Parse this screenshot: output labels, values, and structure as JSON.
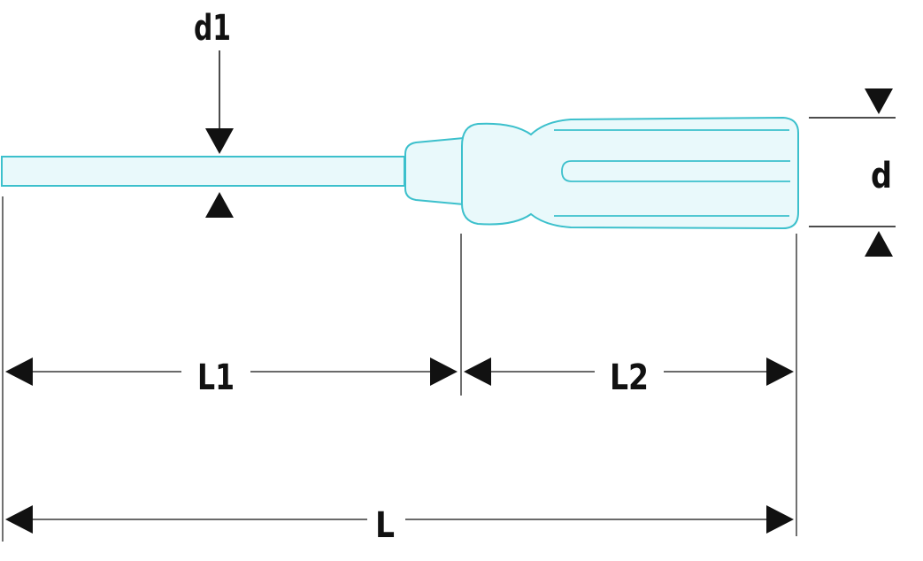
{
  "labels": {
    "d1": "d1",
    "d": "d",
    "l1": "L1",
    "l2": "L2",
    "l": "L"
  },
  "colors": {
    "tool_fill": "#e9f9fb",
    "tool_outline": "#3cc0cc",
    "dimension_line": "#111111",
    "background": "#ffffff"
  }
}
